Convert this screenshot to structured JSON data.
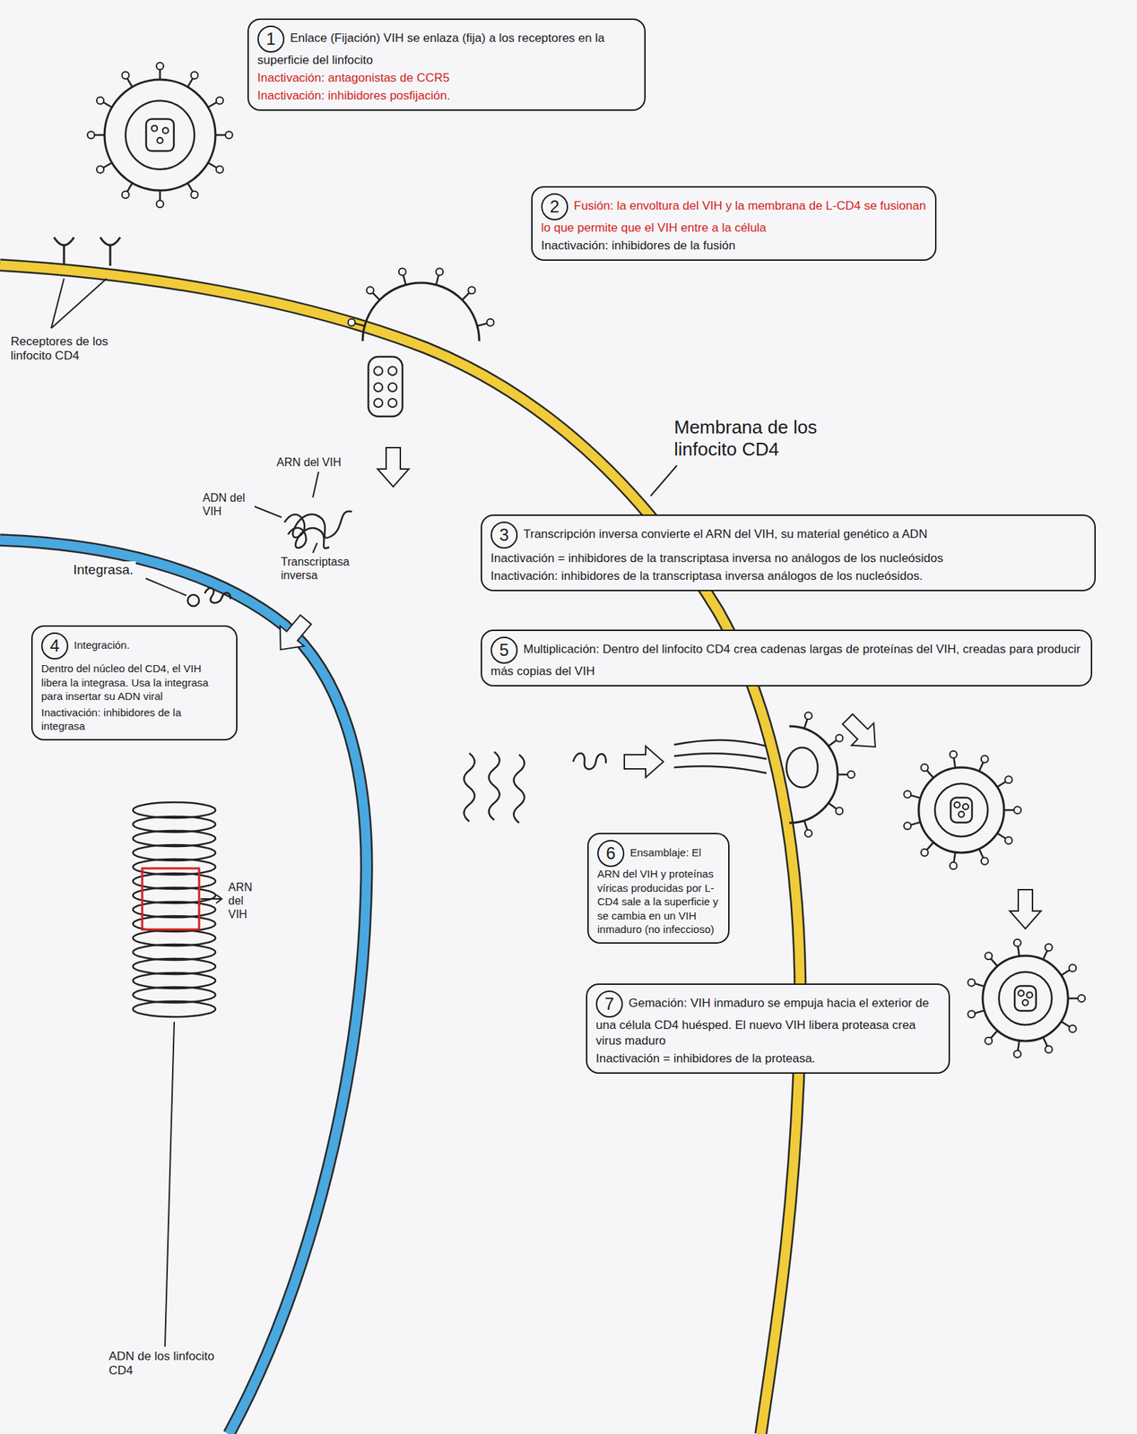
{
  "diagram": {
    "nodes": [
      {
        "text": [
          "1",
          "Enlace (Fijación) VIH se enlaza (fija) a los receptores en la superficie del linfocito",
          "Inactivación: antagonistas de CCR5",
          "Inactivación: inhibidores posfijación."
        ]
      },
      {
        "text": [
          "2",
          "Fusión: la envoltura del VIH y la membrana de L-CD4 se fusionan lo que permite que el VIH entre a la célula",
          "Inactivación: inhibidores de la fusión"
        ]
      },
      {
        "text": [
          "3",
          "Transcripción inversa convierte el ARN del VIH, su material genético a ADN",
          "Inactivación = inhibidores de la transcriptasa inversa no análogos de los nucleósidos",
          "Inactivación: inhibidores de la transcriptasa inversa análogos de los nucleósidos."
        ]
      },
      {
        "text": [
          "4",
          "Integración.",
          "Dentro del núcleo del CD4, el VIH libera la integrasa. Usa la integrasa para insertar su ADN viral",
          "Inactivación: inhibidores de la integrasa"
        ]
      },
      {
        "text": [
          "5",
          "Multiplicación: Dentro del linfocito CD4 crea cadenas largas de proteínas del VIH, creadas para producir más copias del VIH"
        ]
      },
      {
        "text": [
          "6",
          "Ensamblaje: El ARN del VIH y proteínas víricas producidas por L-CD4 sale a la superficie y se cambia en un VIH inmaduro (no infeccioso)"
        ]
      },
      {
        "text": [
          "7",
          "Gemación: VIH inmaduro se empuja hacia el exterior de una célula CD4 huésped. El nuevo VIH libera proteasa crea virus maduro",
          "Inactivación = inhibidores de la proteasa."
        ]
      }
    ],
    "labels": [
      "Receptores de los linfocito CD4",
      "Membrana de los linfocito CD4",
      "ARN del VIH",
      "ADN del VIH",
      "Transcriptasa inversa",
      "Integrasa.",
      "ARN del VIH",
      "ADN de los linfocito CD4"
    ]
  }
}
